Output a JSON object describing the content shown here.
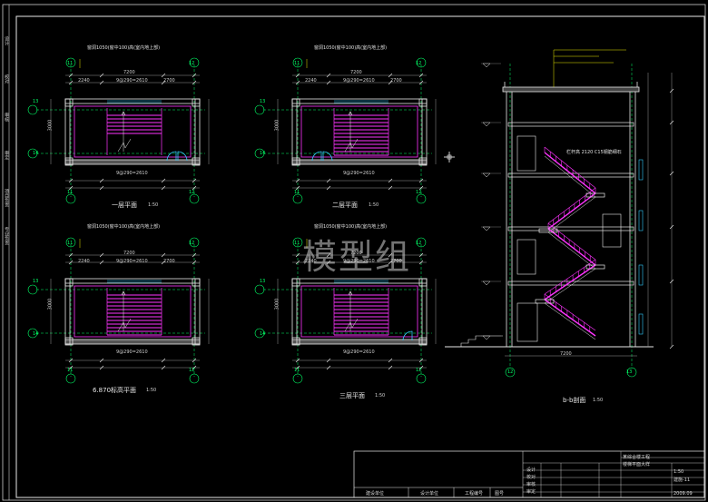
{
  "watermark": "模型组",
  "plans": [
    {
      "title": "一层平面",
      "scale": "1:50",
      "top_note": "窗洞1050(窗中100)高(室内地上部)"
    },
    {
      "title": "二层平面",
      "scale": "1:50",
      "top_note": "窗洞1050(窗中100)高(室内地上部)"
    },
    {
      "title": "6.870标高平面",
      "scale": "1:50",
      "top_note": "窗洞1050(窗中100)高(室内地上部)"
    },
    {
      "title": "三层平面",
      "scale": "1:50",
      "top_note": "窗洞1050(窗中100)高(室内地上部)"
    }
  ],
  "section": {
    "title": "b-b剖面",
    "scale": "1:50",
    "rail_note": "栏杆高 2120 C15钢筋细石",
    "grid_left": "12",
    "grid_right": "13"
  },
  "dims": {
    "overall": "7200",
    "left_seg": "2240",
    "mid_seg": "9@290=2610",
    "right_seg": "2700",
    "depth": "3000",
    "lower_seg": "9@290=2610",
    "axis_a": "11",
    "axis_b": "12",
    "axis_c": "13",
    "axis_d": "14"
  },
  "left_strip": [
    "设计",
    "校对",
    "审核",
    "审定",
    "项目负责",
    "专业负责"
  ],
  "title_block": {
    "project": "某综合楼工程",
    "sheet": "楼梯平面大样",
    "drawing_no": "建施-11",
    "scale": "1:50",
    "date": "2009.09",
    "rows": [
      "设计",
      "校对",
      "审核",
      "审定"
    ],
    "footer": [
      "建设单位",
      "设计单位",
      "工程编号",
      "图号"
    ]
  }
}
